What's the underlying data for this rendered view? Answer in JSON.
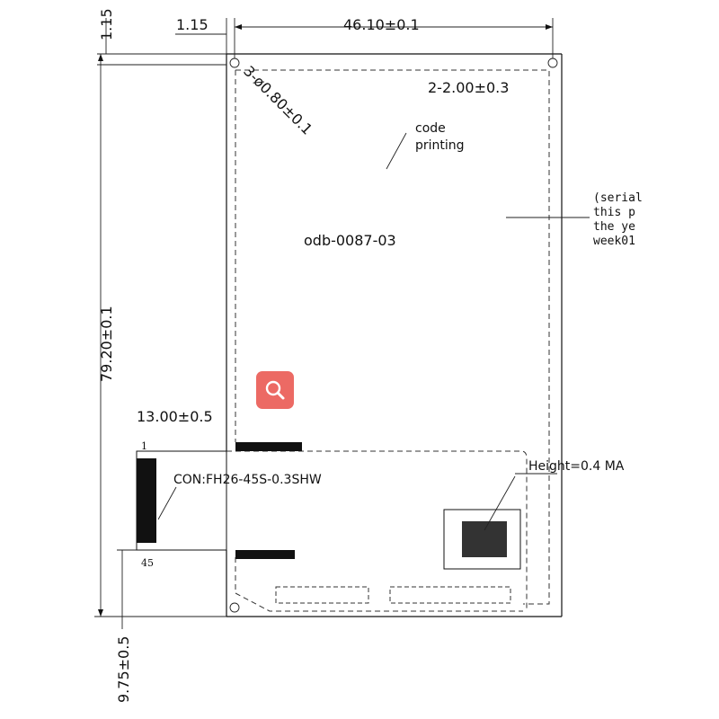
{
  "accent_color": "#ec6a64",
  "search_button": {
    "icon": "magnifier-icon"
  },
  "dimensions": {
    "hole_offset_top": "1.15",
    "hole_offset_left": "1.15",
    "overall_width": "46.10±0.1",
    "holes": "3-ø0.80±0.1",
    "slot_width": "2-2.00±0.3",
    "overall_height": "79.20±0.1",
    "fpc_length": "13.00±0.5",
    "fpc_offset": "9.75±0.5"
  },
  "notes": {
    "code_printing_1": "code",
    "code_printing_2": "printing",
    "part_number": "odb-0087-03",
    "serial_1": "(serial",
    "serial_2": "this p",
    "serial_3": "the ye",
    "serial_4": "week01",
    "connector": "CON:FH26-45S-0.3SHW",
    "height": "Height=0.4  MA",
    "pin_first": "1",
    "pin_last": "45"
  }
}
